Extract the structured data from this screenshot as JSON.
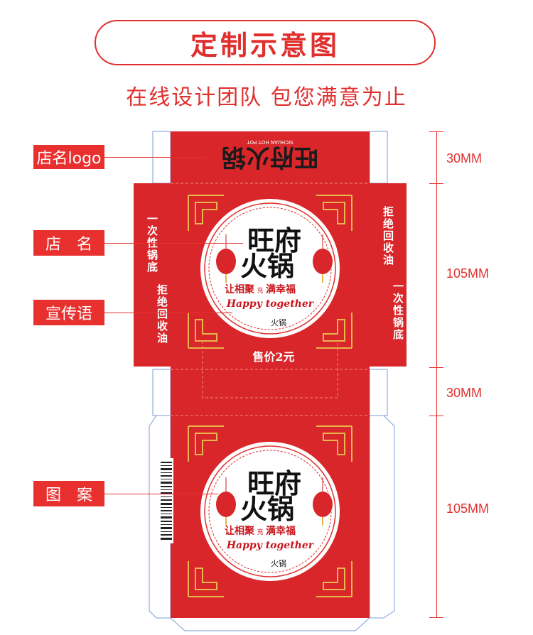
{
  "header": {
    "title": "定制示意图",
    "subtitle": "在线设计团队 包您满意为止"
  },
  "callouts": {
    "logo": "店名logo",
    "shop_name": "店　名",
    "slogan": "宣传语",
    "pattern": "图　案"
  },
  "dimensions": [
    "30MM",
    "105MM",
    "30MM",
    "105MM"
  ],
  "panels": {
    "top_flap_name": "旺府火锅",
    "top_flap_small": "SICHUAN HOT POT",
    "side_left_text_1": "一次性锅底",
    "side_left_text_2": "拒绝回收油",
    "side_right_text_1": "拒绝回收油",
    "side_right_text_2": "一次性锅底",
    "brand_line1": "旺府",
    "brand_line2": "火锅",
    "tagline_left": "让相聚",
    "tagline_small": "充",
    "tagline_right": "满幸福",
    "english": "Happy together",
    "footer_brand": "火锅",
    "price": "售价2元"
  },
  "colors": {
    "accent": "#e0302e",
    "box_red": "#d8262a",
    "gold": "#e9b64a"
  }
}
